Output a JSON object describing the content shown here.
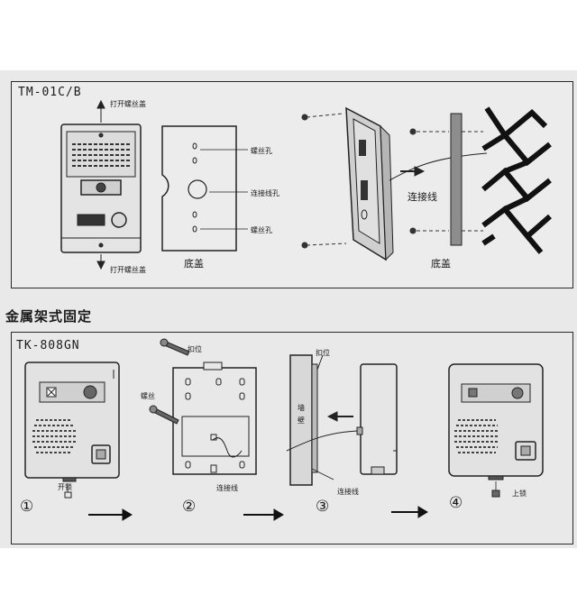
{
  "section1": {
    "model": "TM-01C/B",
    "labels": {
      "open_screw_cap_top": "打开螺丝盖",
      "open_screw_cap_bottom": "打开螺丝盖",
      "screw_hole_1": "螺丝孔",
      "wire_hole": "连接线孔",
      "screw_hole_2": "螺丝孔",
      "base_cover_1": "底盖",
      "connect_wire": "连接线",
      "base_cover_2": "底盖"
    }
  },
  "section_heading": "金属架式固定",
  "section2": {
    "model": "TK-808GN",
    "labels": {
      "lock_open": "开锁",
      "clip_1": "扣位",
      "screw": "螺丝",
      "connect_wire_1": "连接线",
      "clip_2": "扣位",
      "wall": "墙\n壁",
      "connect_wire_2": "连接线",
      "lock": "上锁"
    },
    "steps": [
      "①",
      "②",
      "③",
      "④"
    ]
  }
}
